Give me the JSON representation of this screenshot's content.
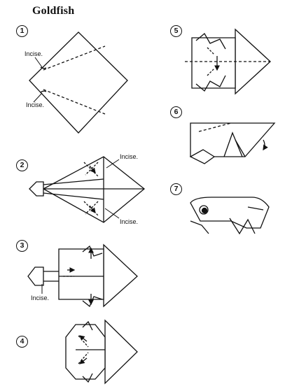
{
  "title": "Goldfish",
  "steps": [
    {
      "number": "1",
      "labels": [
        "Incise.",
        "Incise."
      ]
    },
    {
      "number": "2",
      "labels": [
        "Incise.",
        "Incise."
      ]
    },
    {
      "number": "3",
      "labels": [
        "Incise."
      ]
    },
    {
      "number": "4",
      "labels": []
    },
    {
      "number": "5",
      "labels": []
    },
    {
      "number": "6",
      "labels": []
    },
    {
      "number": "7",
      "labels": []
    }
  ]
}
